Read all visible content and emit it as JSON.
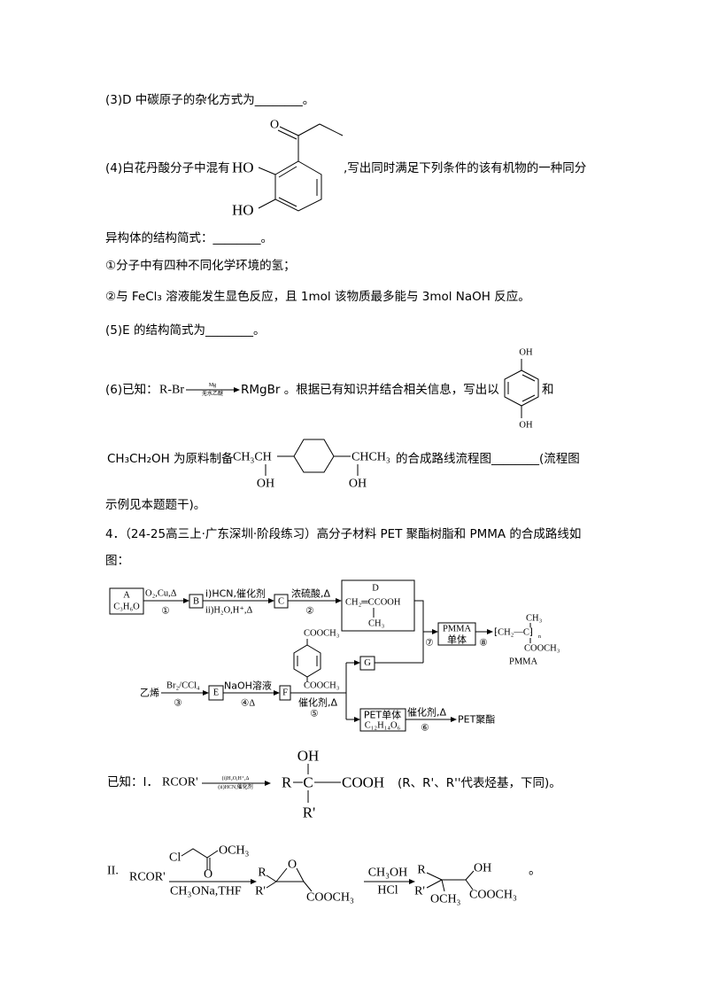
{
  "q3": "(3)D 中碳原子的杂化方式为________。",
  "q4": {
    "prefix": "(4)白花丹酸分子中混有",
    "suffix": ",写出同时满足下列条件的该有机物的一种同分",
    "continuation": "异构体的结构简式：________。",
    "structure": {
      "o": "O",
      "ho1": "HO",
      "ho2": "HO"
    },
    "conditions": [
      "①分子中有四种不同化学环境的氢；",
      "②与 FeCl₃ 溶液能发生显色反应，且 1mol 该物质最多能与 3mol NaOH 反应。"
    ]
  },
  "q5": "(5)E 的结构简式为________。",
  "q6": {
    "prefix": "(6)已知：",
    "reactant": "R-Br",
    "arrow_top": "Mg",
    "arrow_bottom": "无水乙醚",
    "text1": "RMgBr 。根据已有知识并结合相关信息，写出以",
    "hq_oh_top": "OH",
    "hq_oh_bottom": "OH",
    "and": "和",
    "text2": "CH₃CH₂OH 为原料制备",
    "target_left": "CH₃CH",
    "target_right": "CHCH₃",
    "target_oh_left": "OH",
    "target_oh_right": "OH",
    "text3": "的合成路线流程图________(流程图",
    "text4": "示例见本题题干)。"
  },
  "q_4": {
    "heading": "4．（24-25高三上·广东深圳·阶段练习）高分子材料 PET 聚酯树脂和 PMMA 的合成路线如",
    "heading_cont": "图："
  },
  "flow": {
    "a_label": "A",
    "a_formula": "C₃H₆O",
    "step1_top": "O₂,Cu,Δ",
    "step1_num": "①",
    "b": "B",
    "bc_top": "i)HCN,催化剂",
    "bc_bottom": "ii)H₂O,H⁺,Δ",
    "c": "C",
    "step2_top": "浓硫酸,Δ",
    "step2_num": "②",
    "d_label": "D",
    "d_formula": "CH₂═CCOOH",
    "d_ch3": "CH₃",
    "step7_num": "⑦",
    "pmma_monomer_1": "PMMA",
    "pmma_monomer_2": "单体",
    "step8_num": "⑧",
    "polymer_chain": "⁅CH₂—C⁆",
    "polymer_n": "n",
    "polymer_ch3": "CH₃",
    "polymer_cooch3": "COOCH₃",
    "polymer_name": "PMMA",
    "ethylene": "乙烯",
    "step3_top": "Br₂/CCl₄",
    "step3_num": "③",
    "e": "E",
    "step4_top": "NaOH溶液",
    "step4_num": "④Δ",
    "f": "F",
    "dmt_top": "COOCH₃",
    "dmt_bottom": "COOCH₃",
    "step5_top": "催化剂,Δ",
    "step5_num": "⑤",
    "g": "G",
    "pet_monomer_1": "PET单体",
    "pet_monomer_2": "C₁₂H₁₄O₆",
    "step6_top": "催化剂,Δ",
    "step6_num": "⑥",
    "pet_product": "PET聚酯"
  },
  "known": {
    "i_prefix": "已知：I．",
    "i_reactant": "RCOR'",
    "i_arrow_top": "(i)H₂O,H⁺,Δ",
    "i_arrow_bottom": "(ii)HCN,催化剂",
    "i_r": "R",
    "i_c": "C",
    "i_cooh": "COOH",
    "i_oh": "OH",
    "i_r2": "R'",
    "i_note": "(R、R'、R''代表烃基，下同)。",
    "ii_prefix": "II.",
    "ii_reactant": "RCOR'",
    "ii_reagent_cl": "Cl",
    "ii_reagent_och3": "OCH₃",
    "ii_reagent_o": "O",
    "ii_arrow_bottom": "CH₃ONa,THF",
    "ii_ep_r": "R",
    "ii_ep_r2": "R'",
    "ii_ep_o": "O",
    "ii_ep_cooch3": "COOCH₃",
    "ii_arrow2_top": "CH₃OH",
    "ii_arrow2_bottom": "HCl",
    "ii_p_r": "R",
    "ii_p_r2": "R'",
    "ii_p_oh": "OH",
    "ii_p_och3": "OCH₃",
    "ii_p_cooch3": "COOCH₃",
    "ii_end": "。"
  }
}
